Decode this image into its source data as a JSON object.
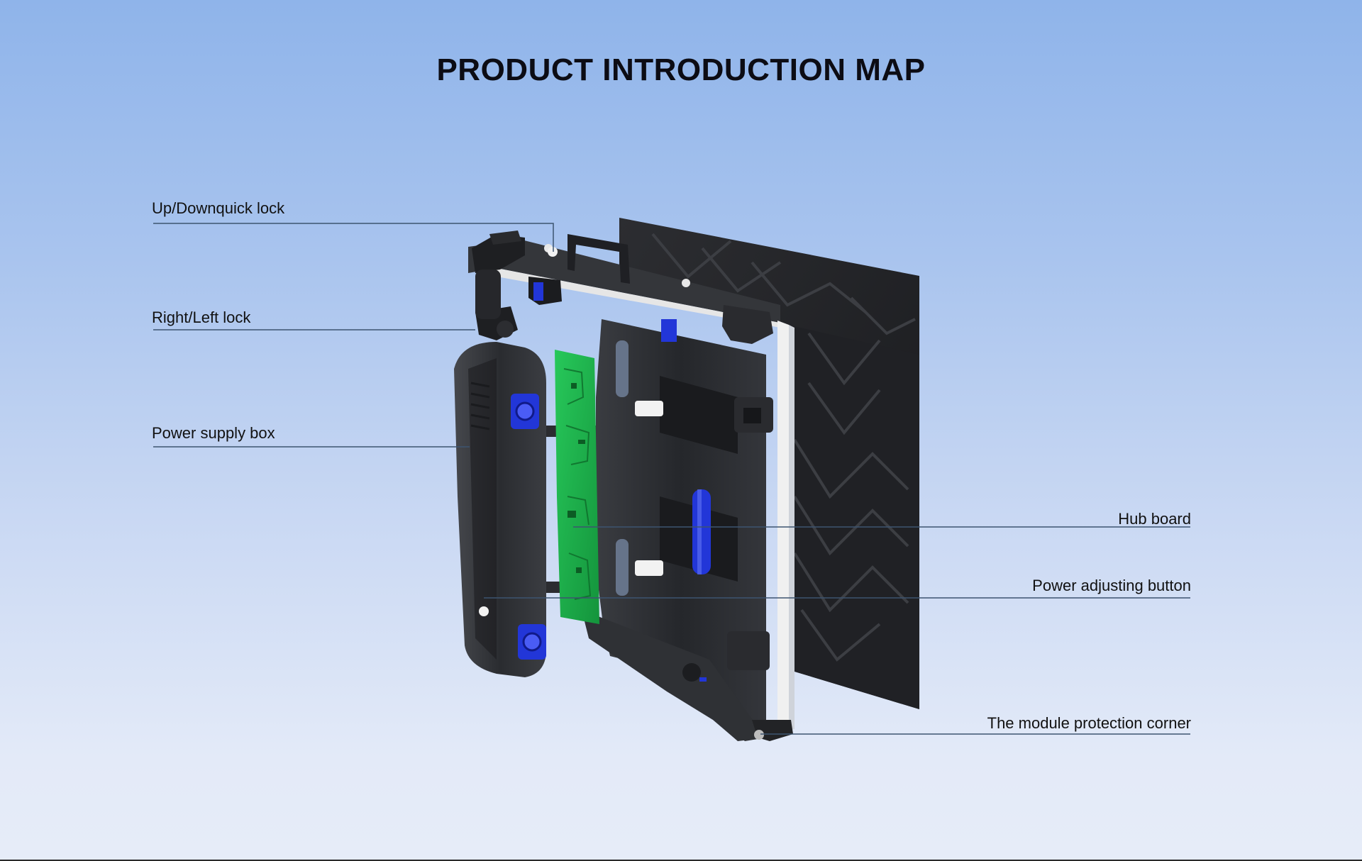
{
  "title": "PRODUCT INTRODUCTION MAP",
  "callouts": {
    "up_down_lock": "Up/Downquick lock",
    "right_left_lock": "Right/Left lock",
    "power_supply_box": "Power supply box",
    "hub_board": "Hub board",
    "power_adjusting_button": "Power adjusting button",
    "module_protection_corner": "The module protection corner"
  },
  "colors": {
    "background_top": "#8fb4ea",
    "background_bottom": "#e6ecf8",
    "leader_line": "#3d5470",
    "cabinet": "#2b2d31",
    "module_panel": "#1e1f22",
    "hub_board": "#1fb84f",
    "connector_blue": "#2236d8"
  }
}
